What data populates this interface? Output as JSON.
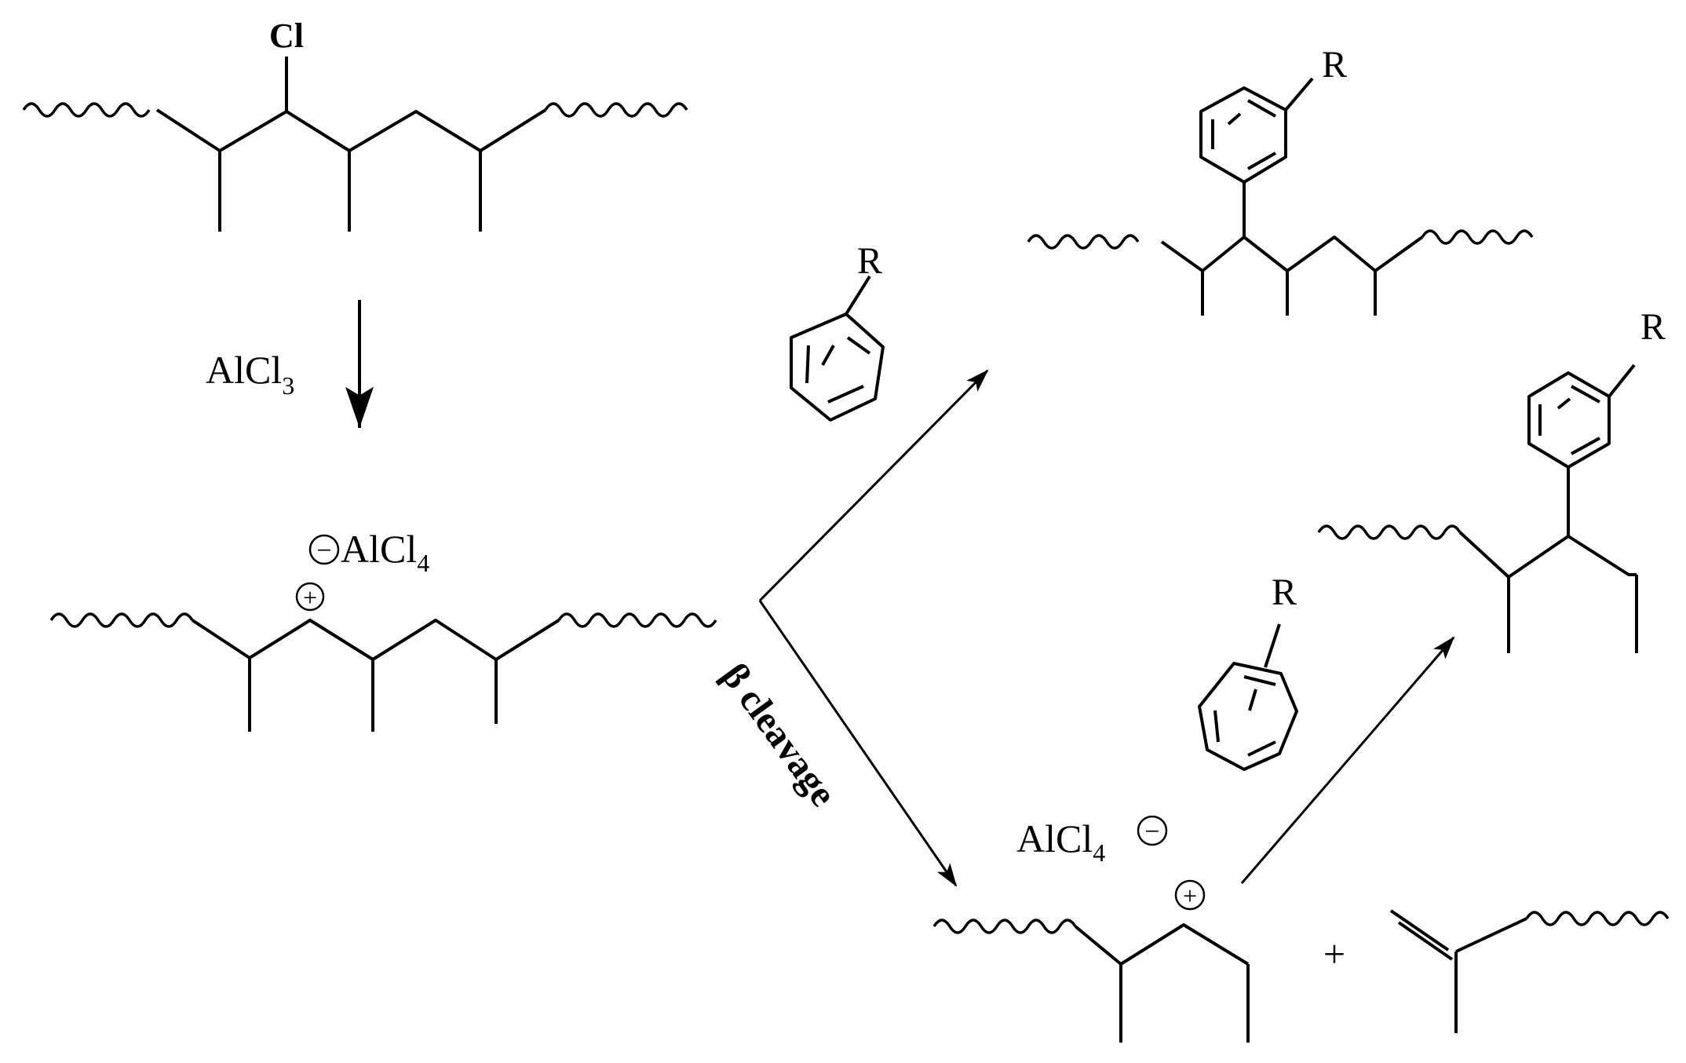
{
  "labels": {
    "chloride": "Cl",
    "reagent_main": "AlCl",
    "reagent_main_sub": "3",
    "counterion_top": "AlCl",
    "counterion_top_sub": "4",
    "counterion_bottom": "AlCl",
    "counterion_bottom_sub": "4",
    "aryl_sub_1": "R",
    "aryl_sub_2": "R",
    "aryl_sub_3": "R",
    "aryl_sub_4": "R",
    "cleavage": "β cleavage",
    "plus": "+",
    "positive": "+",
    "negative": "−"
  }
}
